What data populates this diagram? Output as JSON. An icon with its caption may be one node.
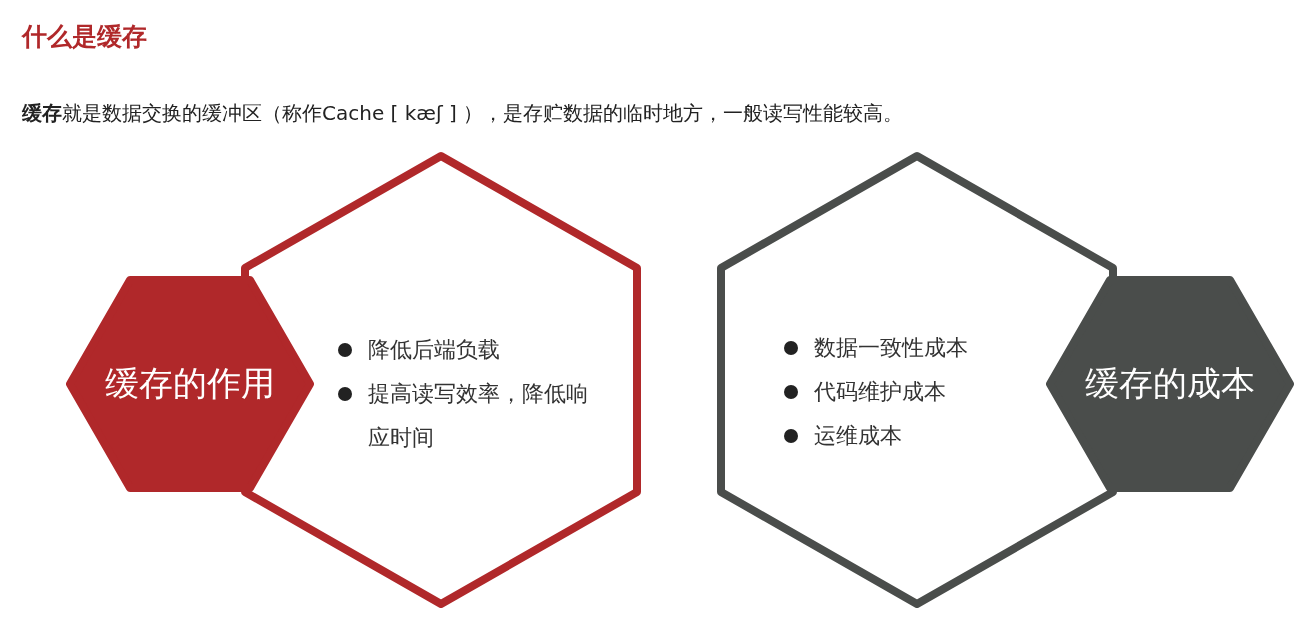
{
  "diagram": {
    "title": "什么是缓存",
    "nodes": [
      {
        "text": [
          "降低后端负载",
          "提高读写效率，降低响应时间"
        ]
      },
      {
        "text": [
          "缓存的作用"
        ]
      },
      {
        "text": [
          "数据一致性成本",
          "代码维护成本",
          "运维成本"
        ]
      },
      {
        "text": [
          "缓存的成本"
        ]
      }
    ],
    "labels": [
      "**缓存**就是数据交换的缓冲区（称作Cache [ kæʃ ] ），是存贮数据的临时地方，一般读写性能较高。"
    ]
  }
}
